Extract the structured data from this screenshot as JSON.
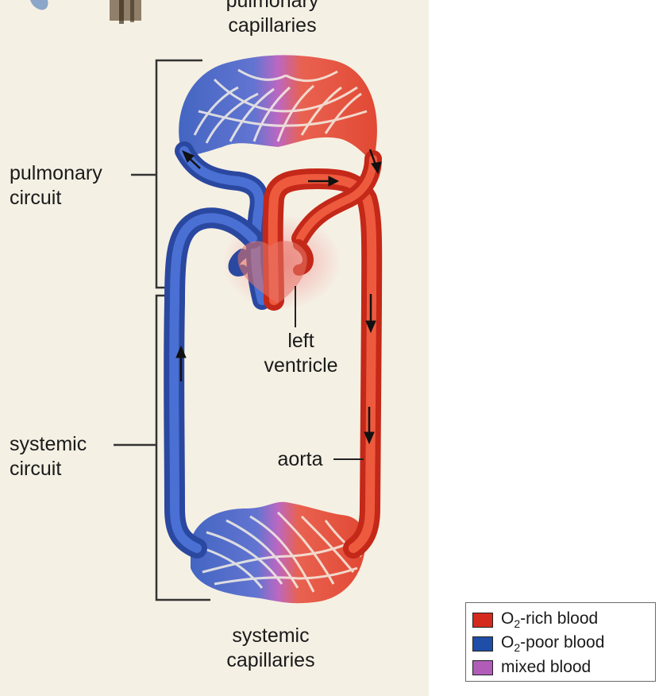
{
  "labels": {
    "pulmonary_capillaries_line1": "pulmonary",
    "pulmonary_capillaries_line2": "capillaries",
    "pulmonary_circuit_line1": "pulmonary",
    "pulmonary_circuit_line2": "circuit",
    "left_ventricle_line1": "left",
    "left_ventricle_line2": "ventricle",
    "systemic_circuit_line1": "systemic",
    "systemic_circuit_line2": "circuit",
    "aorta": "aorta",
    "systemic_capillaries_line1": "systemic",
    "systemic_capillaries_line2": "capillaries"
  },
  "legend": [
    {
      "prefix": "O",
      "sub": "2",
      "suffix": "-rich blood",
      "color": "#d42a1e"
    },
    {
      "prefix": "O",
      "sub": "2",
      "suffix": "-poor blood",
      "color": "#1f4ea8"
    },
    {
      "prefix": "",
      "sub": "",
      "suffix": "mixed blood",
      "color": "#b05cb8"
    }
  ],
  "colors": {
    "oxygen_rich": "#e0402a",
    "oxygen_poor": "#3a5ec0",
    "mixed": "#b860c0",
    "panel_background": "#f5f0e4"
  }
}
